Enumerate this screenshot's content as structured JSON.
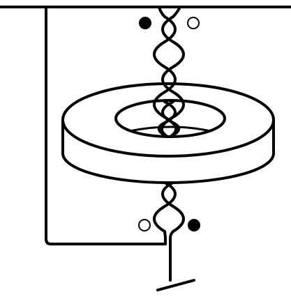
{
  "figure": {
    "kind": "toroid-core-with-twisted-pair",
    "colors": {
      "background": "#ffffff",
      "line": "#000000",
      "filled_dot": "#000000",
      "hollow_dot_fill": "#ffffff"
    },
    "markers": {
      "top": [
        "filled",
        "hollow"
      ],
      "bottom": [
        "hollow",
        "filled"
      ]
    }
  }
}
